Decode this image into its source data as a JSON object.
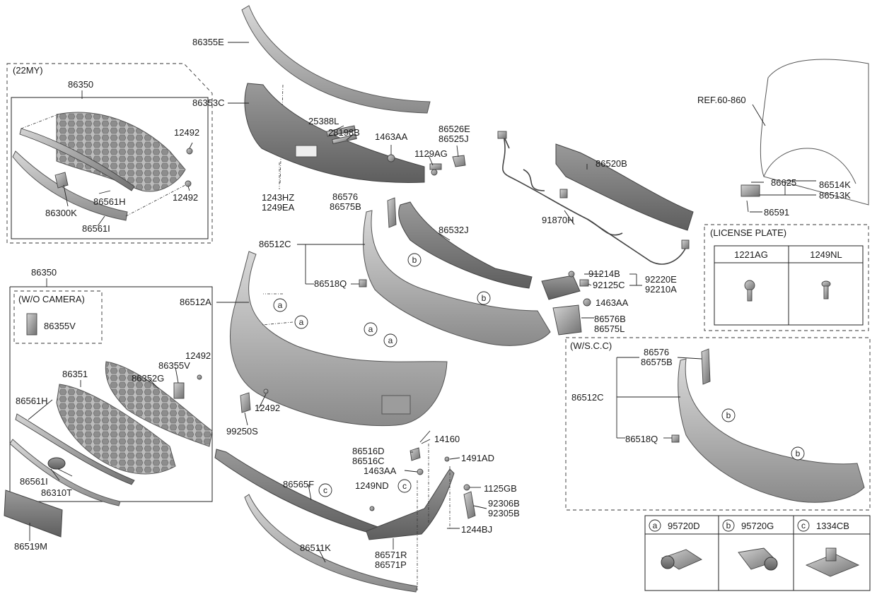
{
  "labels": {
    "l86355E": "86355E",
    "l86353C": "86353C",
    "l25388L": "25388L",
    "l28198B": "28198B",
    "l1463AA_a": "1463AA",
    "l86526E": "86526E",
    "l86525J": "86525J",
    "l1129AG": "1129AG",
    "l1243HZ": "1243HZ",
    "l1249EA": "1249EA",
    "l86576_a": "86576",
    "l86575B_a": "86575B",
    "l86520B": "86520B",
    "lREF": "REF.60-860",
    "l86625": "86625",
    "l86514K": "86514K",
    "l86513K": "86513K",
    "l86591": "86591",
    "l86512C_a": "86512C",
    "l86532J": "86532J",
    "l91870H": "91870H",
    "l86518Q_a": "86518Q",
    "l91214B": "91214B",
    "l92125C": "92125C",
    "l92220E": "92220E",
    "l92210A": "92210A",
    "l1463AA_b": "1463AA",
    "l86576B": "86576B",
    "l86575L": "86575L",
    "l86350_a": "86350",
    "l12492_a": "12492",
    "l12492_b": "12492",
    "l86561H_a": "86561H",
    "l86300K": "86300K",
    "l86561I_a": "86561I",
    "l86350_b": "86350",
    "l86355V_a": "86355V",
    "l86512A": "86512A",
    "l12492_c": "12492",
    "l86351": "86351",
    "l86355V_b": "86355V",
    "l86352G": "86352G",
    "l86561H_b": "86561H",
    "l12492_d": "12492",
    "l99250S": "99250S",
    "l86561I_b": "86561I",
    "l86310T": "86310T",
    "l86519M": "86519M",
    "l14160": "14160",
    "l86516D": "86516D",
    "l86516C": "86516C",
    "l1491AD": "1491AD",
    "l1463AA_c": "1463AA",
    "l1249ND": "1249ND",
    "l1125GB": "1125GB",
    "l86565F": "86565F",
    "l92306B": "92306B",
    "l92305B": "92305B",
    "l1244BJ": "1244BJ",
    "l86511K": "86511K",
    "l86571R": "86571R",
    "l86571P": "86571P",
    "l86576_b": "86576",
    "l86575B_b": "86575B",
    "l86512C_b": "86512C",
    "l86518Q_b": "86518Q"
  },
  "boxes": {
    "my22": "(22MY)",
    "wo_camera": "(W/O CAMERA)",
    "wscc": "(W/S.C.C)",
    "license_plate": "(LICENSE PLATE)",
    "plate_col1": "1221AG",
    "plate_col2": "1249NL"
  },
  "legend": [
    {
      "mark": "a",
      "code": "95720D"
    },
    {
      "mark": "b",
      "code": "95720G"
    },
    {
      "mark": "c",
      "code": "1334CB"
    }
  ],
  "callouts": {
    "a": "a",
    "b": "b",
    "c": "c"
  }
}
